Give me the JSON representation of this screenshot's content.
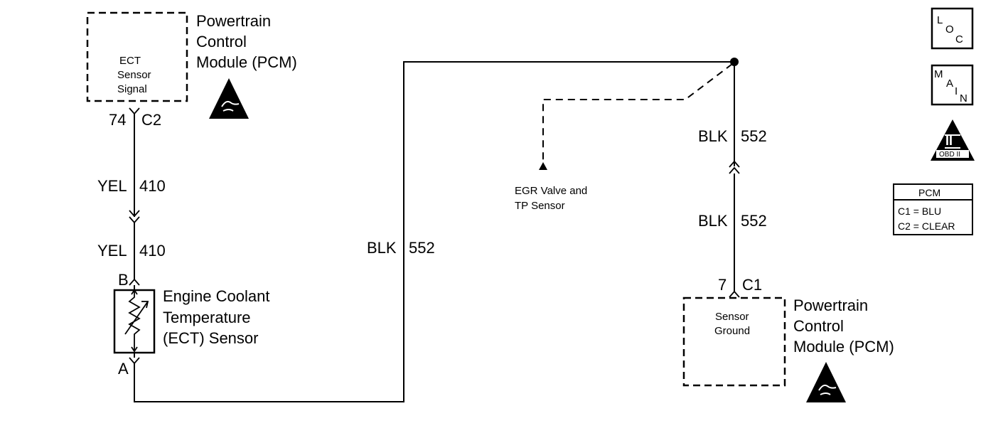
{
  "pcm_top": {
    "title_lines": [
      "Powertrain",
      "Control",
      "Module (PCM)"
    ],
    "box_lines": [
      "ECT",
      "Sensor",
      "Signal"
    ],
    "pin": "74",
    "connector": "C2"
  },
  "wire_yel": {
    "color": "YEL",
    "circuit": "410"
  },
  "ect_sensor": {
    "title_lines": [
      "Engine Coolant",
      "Temperature",
      "(ECT) Sensor"
    ],
    "pin_top": "B",
    "pin_bottom": "A"
  },
  "wire_blk": {
    "color": "BLK",
    "circuit": "552"
  },
  "egr_branch": {
    "label_lines": [
      "EGR Valve and",
      "TP Sensor"
    ]
  },
  "pcm_bottom": {
    "title_lines": [
      "Powertrain",
      "Control",
      "Module (PCM)"
    ],
    "box_lines": [
      "Sensor",
      "Ground"
    ],
    "pin": "7",
    "connector": "C1"
  },
  "legend": {
    "loc_icon": [
      "L",
      "O",
      "C"
    ],
    "main_icon": [
      "M",
      "A",
      "I",
      "N"
    ],
    "obd_icon": {
      "numeral": "II",
      "label": "OBD II"
    },
    "connector_table": {
      "header": "PCM",
      "rows": [
        "C1 = BLU",
        "C2 = CLEAR"
      ]
    }
  }
}
